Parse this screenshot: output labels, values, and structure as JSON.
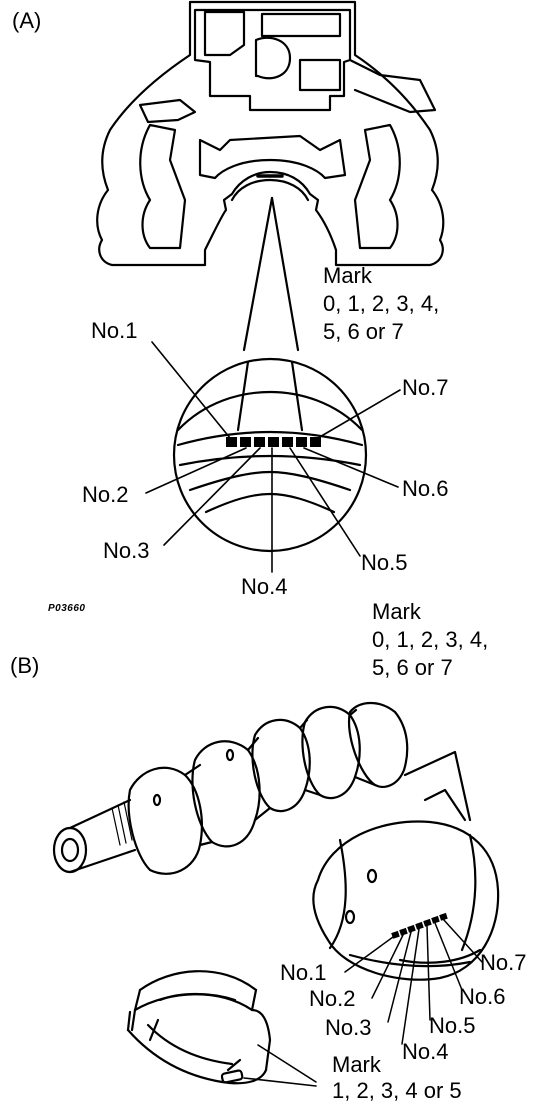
{
  "section_a": {
    "tag": "(A)",
    "mark_lines": [
      "Mark",
      "0, 1, 2, 3, 4,",
      "5, 6 or 7"
    ],
    "journals": [
      "No.1",
      "No.2",
      "No.3",
      "No.4",
      "No.5",
      "No.6",
      "No.7"
    ],
    "figure_code": "P03660"
  },
  "section_b": {
    "tag": "(B)",
    "mark_lines": [
      "Mark",
      "0, 1, 2, 3, 4,",
      "5, 6 or 7"
    ],
    "journals": [
      "No.1",
      "No.2",
      "No.3",
      "No.4",
      "No.5",
      "No.6",
      "No.7"
    ],
    "bearing_mark_lines": [
      "Mark",
      "1, 2, 3, 4 or 5"
    ]
  }
}
